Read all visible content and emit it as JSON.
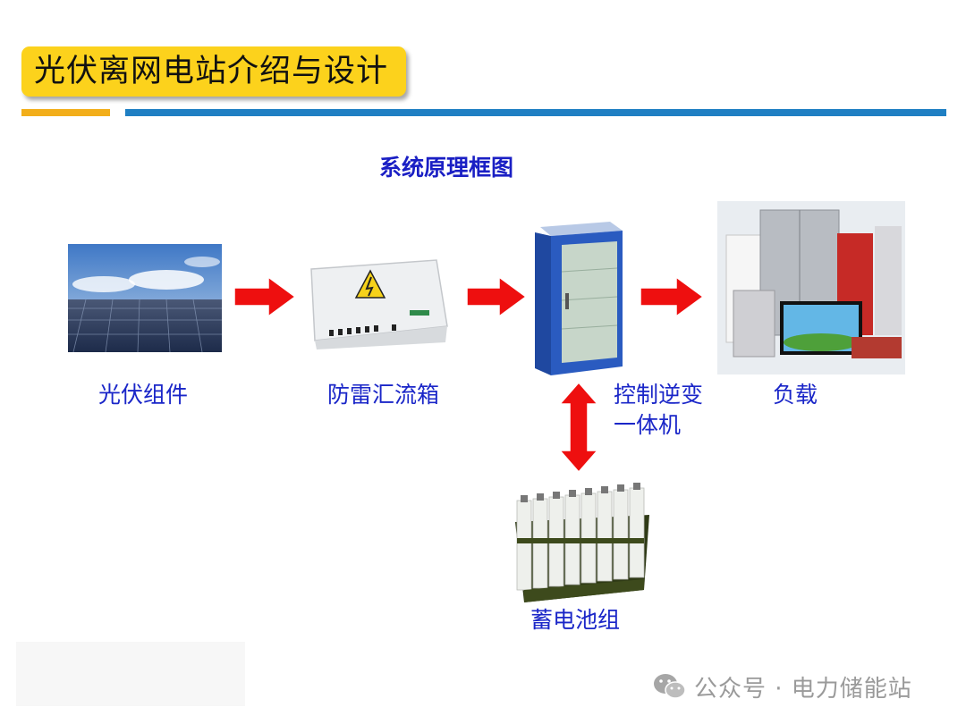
{
  "slide": {
    "title": "光伏离网电站介绍与设计",
    "heading": "系统原理框图"
  },
  "nodes": {
    "pv": "光伏组件",
    "combiner": "防雷汇流箱",
    "inverter_line1": "控制逆变",
    "inverter_line2": "一体机",
    "load": "负载",
    "battery": "蓄电池组"
  },
  "watermark": {
    "text": "公众号 · 电力储能站"
  },
  "colors": {
    "title_bg": "#fcd21c",
    "accent_yellow": "#f2ae1a",
    "accent_blue": "#1f7fc3",
    "label_blue": "#1a26c8",
    "arrow_red": "#ee0f0f"
  }
}
